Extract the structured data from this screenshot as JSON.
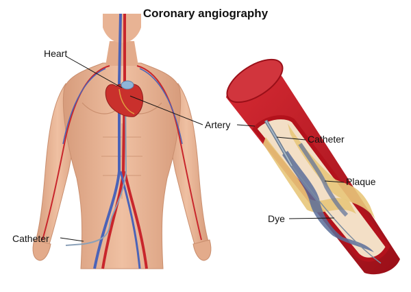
{
  "title": "Coronary angiography",
  "labels": {
    "heart": "Heart",
    "artery": "Artery",
    "catheter_body": "Catheter",
    "catheter_vessel": "Catheter",
    "plaque": "Plaque",
    "dye": "Dye"
  },
  "colors": {
    "skin": "#e9b595",
    "skin_shadow": "#c98e6e",
    "artery_red": "#c8262c",
    "vein_blue": "#4a63b8",
    "vessel_wall": "#b3121c",
    "vessel_inner": "#f3dfc6",
    "plaque": "#e8c67a",
    "dye": "#5b6f9a",
    "catheter": "#8aa0b8"
  }
}
